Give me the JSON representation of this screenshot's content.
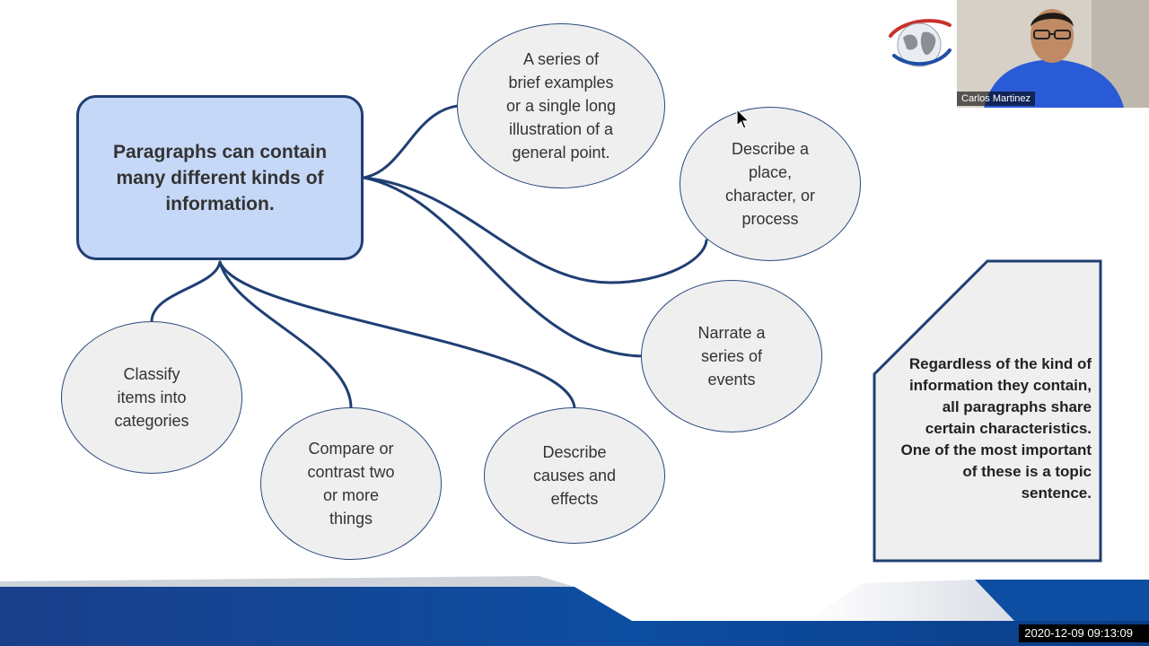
{
  "slide": {
    "main_box": "Paragraphs can contain many different kinds of information.",
    "bubbles": {
      "examples": [
        "A series of",
        "brief examples",
        "or a single long",
        "illustration of a",
        "general point."
      ],
      "describe": [
        "Describe a",
        "place,",
        "character, or",
        "process"
      ],
      "narrate": [
        "Narrate a",
        "series of",
        "events"
      ],
      "classify": [
        "Classify",
        "items into",
        "categories"
      ],
      "compare": [
        "Compare or",
        "contrast two",
        "or more",
        "things"
      ],
      "causes": [
        "Describe",
        "causes and",
        "effects"
      ]
    },
    "note": "Regardless of the kind of information they contain, all paragraphs share certain characteristics. One of the most important of these is a topic sentence."
  },
  "video": {
    "participant_name": "Carlos Martinez"
  },
  "recording": {
    "timestamp": "2020-12-09  09:13:09"
  },
  "colors": {
    "line": "#1f3f73",
    "main_box_fill": "#c6d8f7",
    "bubble_fill": "#efefef",
    "footer_blue": "#0d4ea2"
  },
  "icons": {
    "logo": "globe-logo-icon",
    "cursor": "mouse-pointer-icon"
  }
}
